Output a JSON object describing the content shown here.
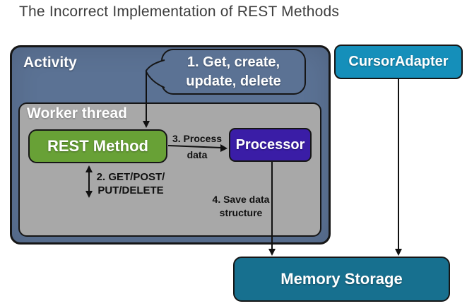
{
  "title": "The Incorrect Implementation of REST Methods",
  "colors": {
    "activity_fill": "#5b7294",
    "worker_fill": "#a8a8a8",
    "rest_method_fill": "#68a136",
    "processor_fill": "#3a1da6",
    "cursor_adapter_fill": "#158fba",
    "memory_storage_fill": "#17708f",
    "border": "#161616",
    "title_color": "#3e3e3e"
  },
  "nodes": {
    "activity": {
      "label": "Activity"
    },
    "worker_thread": {
      "label": "Worker thread"
    },
    "callout": {
      "line1": "1. Get, create,",
      "line2": "update, delete"
    },
    "rest_method": {
      "label": "REST Method"
    },
    "processor": {
      "label": "Processor"
    },
    "cursor_adapter": {
      "label": "CursorAdapter"
    },
    "memory_storage": {
      "label": "Memory Storage"
    }
  },
  "edges": {
    "get_post_put_delete": {
      "line1": "2. GET/POST/",
      "line2": "PUT/DELETE"
    },
    "process_data": {
      "line1": "3. Process",
      "line2": "data"
    },
    "save_data_structure": {
      "line1": "4. Save data",
      "line2": "structure"
    }
  }
}
